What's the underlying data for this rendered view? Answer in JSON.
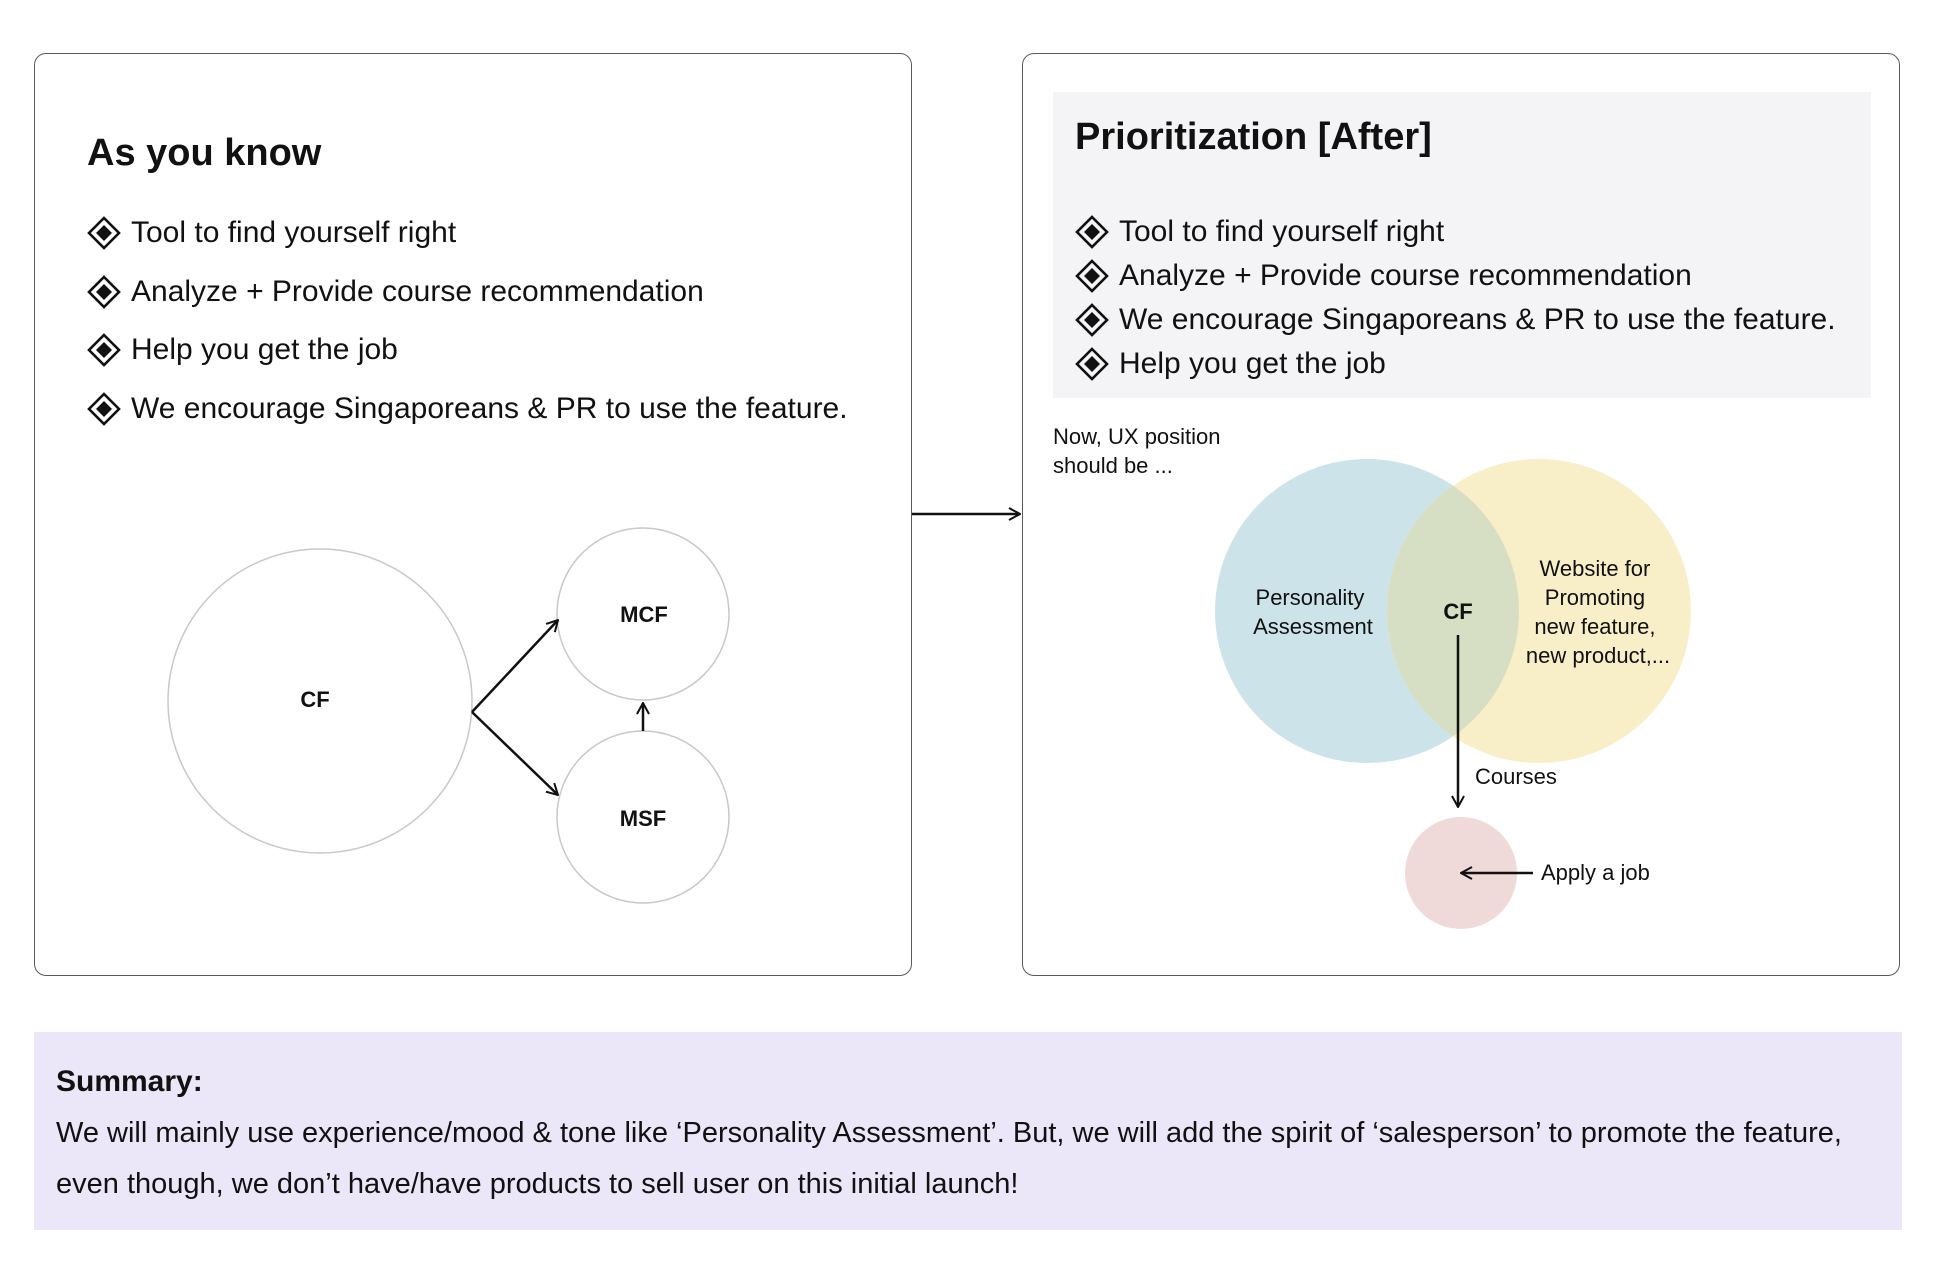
{
  "left_panel": {
    "title": "As you know",
    "bullets": [
      "Tool to find yourself right",
      "Analyze + Provide course recommendation",
      "Help you get the job",
      "We encourage Singaporeans & PR to use the feature."
    ],
    "diagram": {
      "cf_label": "CF",
      "mcf_label": "MCF",
      "msf_label": "MSF"
    }
  },
  "right_panel": {
    "title": "Prioritization [After]",
    "bullets": [
      "Tool to find yourself right",
      "Analyze + Provide course recommendation",
      "We encourage Singaporeans & PR to use the feature.",
      "Help you get the job"
    ],
    "note_lines": [
      "Now, UX position",
      "should be ..."
    ],
    "venn": {
      "left_lines": [
        "Personality",
        "Assessment"
      ],
      "center_label": "CF",
      "right_lines": [
        "Website for",
        "Promoting",
        "new feature,",
        "new product,..."
      ],
      "left_color": "#cce4e9",
      "right_color": "#f8efc8",
      "overlap_color": "#d6dfc3"
    },
    "courses_label": "Courses",
    "apply_label": "Apply a job",
    "job_circle_color": "#f0d9d9"
  },
  "summary": {
    "title": "Summary:",
    "body": "We will mainly use experience/mood & tone like ‘Personality Assessment’. But, we will add the spirit of ‘salesperson’ to promote the feature, even though, we don’t have/have products to sell user on this initial launch!"
  }
}
